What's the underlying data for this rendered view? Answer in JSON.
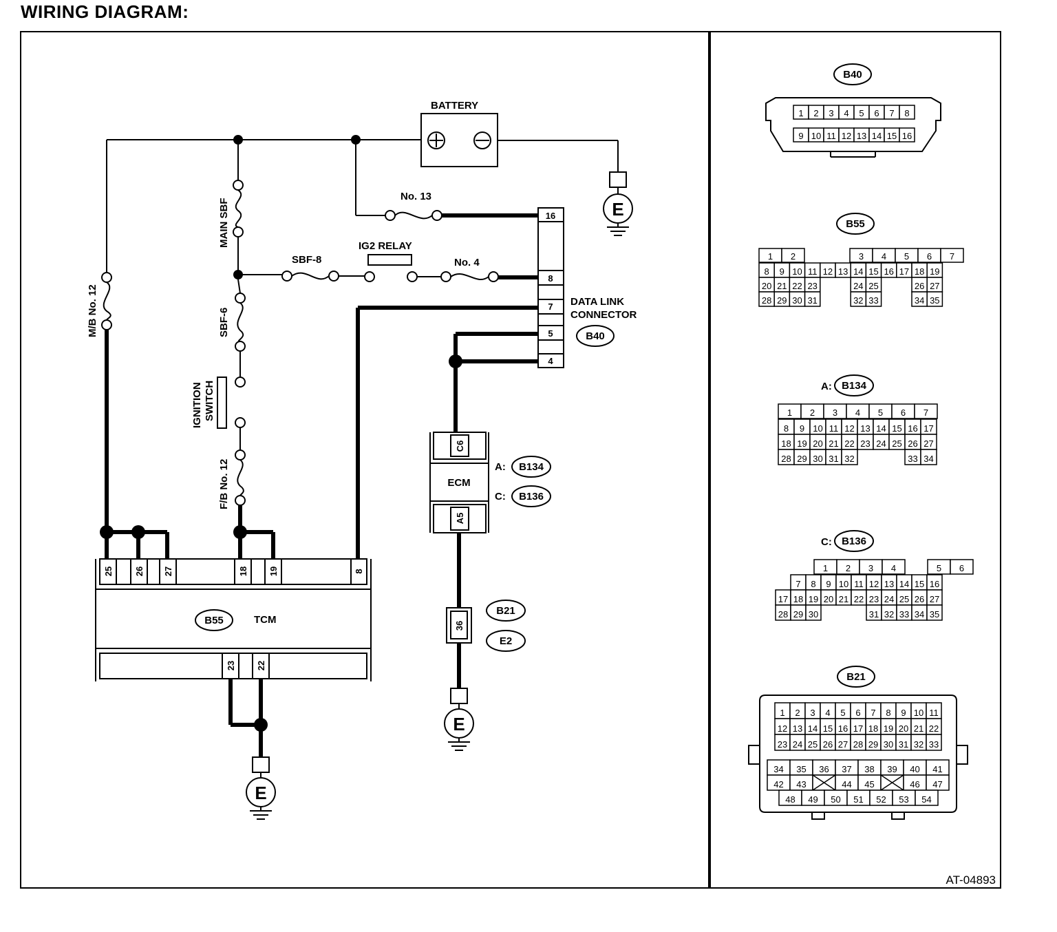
{
  "title": "WIRING DIAGRAM:",
  "code": "AT-04893",
  "labels": {
    "battery": "BATTERY",
    "main_sbf": "MAIN SBF",
    "mb12": "M/B No. 12",
    "no13": "No. 13",
    "sbf8": "SBF-8",
    "ig2relay": "IG2 RELAY",
    "no4": "No. 4",
    "sbf6": "SBF-6",
    "ignition1": "IGNITION",
    "ignition2": "SWITCH",
    "fb12": "F/B No. 12",
    "dlc1": "DATA LINK",
    "dlc2": "CONNECTOR",
    "ecm": "ECM",
    "tcm": "TCM",
    "a_prefix": "A:",
    "c_prefix": "C:",
    "ground": "E"
  },
  "connectors": {
    "b40": "B40",
    "b55": "B55",
    "b134": "B134",
    "b136": "B136",
    "b21": "B21",
    "e2": "E2"
  },
  "pins": {
    "dlc": [
      "16",
      "8",
      "7",
      "5",
      "4"
    ],
    "ecm_top": "C6",
    "ecm_bottom": "A5",
    "tcm_top": [
      "25",
      "26",
      "27",
      "18",
      "19",
      "8"
    ],
    "tcm_bottom": [
      "23",
      "22"
    ],
    "b21_pin": "36"
  },
  "connector_views": {
    "b40": {
      "row1": [
        "1",
        "2",
        "3",
        "4",
        "5",
        "6",
        "7",
        "8"
      ],
      "row2": [
        "9",
        "10",
        "11",
        "12",
        "13",
        "14",
        "15",
        "16"
      ]
    },
    "b55": [
      [
        "1",
        "2",
        "",
        "",
        "3",
        "4",
        "5",
        "6",
        "7"
      ],
      [
        "8",
        "9",
        "10",
        "11",
        "12",
        "13",
        "14",
        "15",
        "16",
        "17",
        "18",
        "19"
      ],
      [
        "20",
        "21",
        "22",
        "23",
        "",
        "",
        "24",
        "25",
        "",
        "",
        "26",
        "27"
      ],
      [
        "28",
        "29",
        "30",
        "31",
        "",
        "",
        "32",
        "33",
        "",
        "",
        "34",
        "35"
      ]
    ],
    "b134": [
      [
        "1",
        "2",
        "3",
        "4",
        "5",
        "6",
        "7"
      ],
      [
        "8",
        "9",
        "10",
        "11",
        "12",
        "13",
        "14",
        "15",
        "16",
        "17"
      ],
      [
        "18",
        "19",
        "20",
        "21",
        "22",
        "23",
        "24",
        "25",
        "26",
        "27"
      ],
      [
        "28",
        "29",
        "30",
        "31",
        "32",
        "",
        "",
        "",
        "33",
        "34"
      ]
    ],
    "b136": [
      [
        "",
        "1",
        "2",
        "3",
        "4",
        "",
        "5",
        "6"
      ],
      [
        "",
        "7",
        "8",
        "9",
        "10",
        "11",
        "12",
        "13",
        "14",
        "15",
        "16"
      ],
      [
        "17",
        "18",
        "19",
        "20",
        "21",
        "22",
        "23",
        "24",
        "25",
        "26",
        "27"
      ],
      [
        "28",
        "29",
        "30",
        "",
        "",
        "",
        "31",
        "32",
        "33",
        "34",
        "35"
      ]
    ],
    "b21": {
      "upper": [
        [
          "1",
          "2",
          "3",
          "4",
          "5",
          "6",
          "7",
          "8",
          "9",
          "10",
          "11"
        ],
        [
          "12",
          "13",
          "14",
          "15",
          "16",
          "17",
          "18",
          "19",
          "20",
          "21",
          "22"
        ],
        [
          "23",
          "24",
          "25",
          "26",
          "27",
          "28",
          "29",
          "30",
          "31",
          "32",
          "33"
        ]
      ],
      "lower": [
        [
          "34",
          "35",
          "36",
          "37",
          "38",
          "39",
          "40",
          "41"
        ],
        [
          "42",
          "43",
          "X",
          "44",
          "45",
          "X",
          "46",
          "47"
        ],
        [
          "48",
          "49",
          "50",
          "51",
          "52",
          "53",
          "54"
        ]
      ]
    }
  }
}
